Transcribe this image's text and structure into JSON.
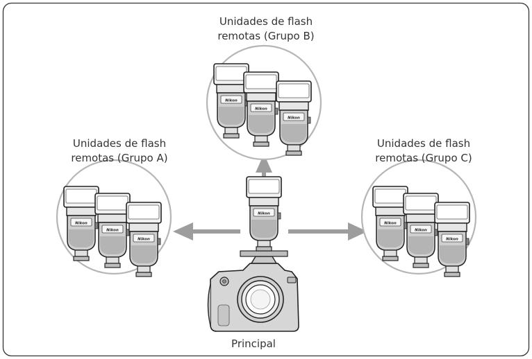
{
  "groups": {
    "group_b": {
      "line1": "Unidades de flash",
      "line2": "remotas (Grupo B)"
    },
    "group_a": {
      "line1": "Unidades de flash",
      "line2": "remotas (Grupo A)"
    },
    "group_c": {
      "line1": "Unidades de flash",
      "line2": "remotas (Grupo C)"
    }
  },
  "main_label": "Principal",
  "brand": "Nikon",
  "colors": {
    "frame": "#333333",
    "circle": "#b5b5b5",
    "arrow": "#9d9d9d",
    "flash_head": "#f2f2f2",
    "flash_body": "#cfcfcf",
    "outline": "#222222",
    "camera": "#d6d6d6"
  }
}
